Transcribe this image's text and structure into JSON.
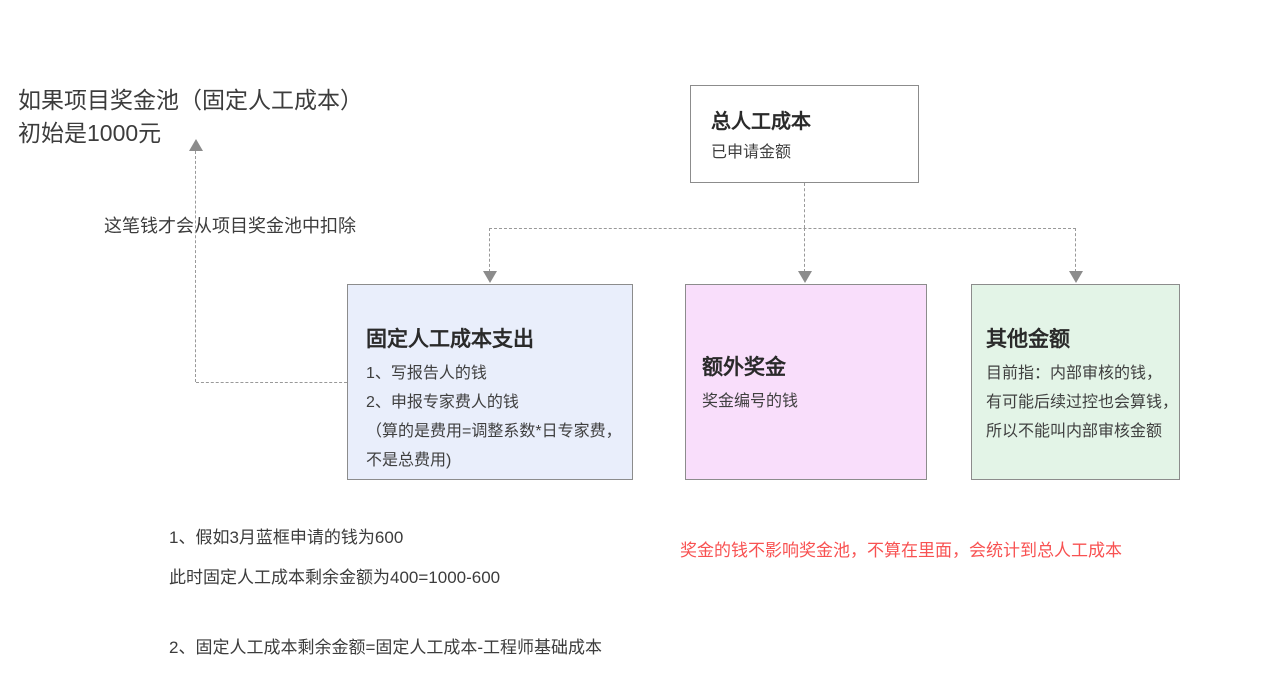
{
  "annotations": {
    "pool_note_line1": "如果项目奖金池（固定人工成本）",
    "pool_note_line2": "初始是1000元",
    "deduct_note": "这笔钱才会从项目奖金池中扣除"
  },
  "root_box": {
    "title": "总人工成本",
    "subtitle": "已申请金额"
  },
  "boxes": [
    {
      "id": "fixed-labor-cost-expense",
      "title": "固定人工成本支出",
      "fill": "#e9eefb",
      "lines": [
        "1、写报告人的钱",
        "2、申报专家费人的钱",
        "（算的是费用=调整系数*日专家费，",
        "不是总费用)"
      ]
    },
    {
      "id": "extra-bonus",
      "title": "额外奖金",
      "fill": "#f9defb",
      "lines": [
        "奖金编号的钱"
      ]
    },
    {
      "id": "other-amount",
      "title": "其他金额",
      "fill": "#e3f4e7",
      "lines": [
        "目前指：内部审核的钱，",
        "有可能后续过控也会算钱，",
        "所以不能叫内部审核金额"
      ]
    }
  ],
  "footnotes": [
    "1、假如3月蓝框申请的钱为600",
    "此时固定人工成本剩余金额为400=1000-600",
    "2、固定人工成本剩余金额=固定人工成本-工程师基础成本"
  ],
  "red_note": "奖金的钱不影响奖金池，不算在里面，会统计到总人工成本",
  "colors": {
    "text": "#3d3d3d",
    "dashed_line": "#999999",
    "arrowhead": "#8c8c8c",
    "box_border": "#8c8c8c",
    "blue_fill": "#e9eefb",
    "pink_fill": "#f9defb",
    "green_fill": "#e3f4e7",
    "red_text": "#f85252"
  }
}
